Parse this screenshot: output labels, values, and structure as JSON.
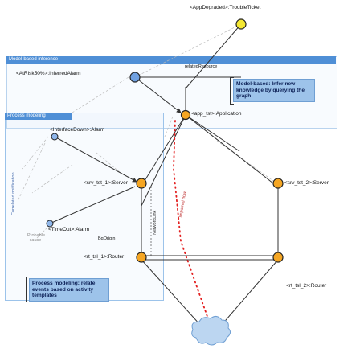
{
  "labels": {
    "top": "<AppDegraded>:TroubleTicket",
    "related_resource": "relatedResource",
    "at_risk": "<AtRisk50%>:InferredAlarm",
    "app": "<app_tst>:Application",
    "interface_down": "<InterfaceDown>:Alarm",
    "srv_tst_1": "<srv_tst_1>:Server",
    "srv_tst_2": "<srv_tst_2>:Server",
    "timeout": "<TimeOut>:Alarm",
    "probable_cause": "Probable cause",
    "bgp_origin": "BgOrigin",
    "rt_tsl_1": "<rt_tsl_1>:Router",
    "rt_tsl_2": "<rt_tsl_2>:Router"
  },
  "panels": {
    "inference": "Model-based inference",
    "process": "Process modeling"
  },
  "callouts": {
    "model_based": "Model-based: Infer new knowledge by querying the graph",
    "process_modeling": "Process modeling: relate events based on activity templates"
  },
  "rotated": {
    "correlated_notification": "Correlated notification",
    "impaired_flow": "Impaired flow",
    "network_link": "NetworkLink"
  }
}
